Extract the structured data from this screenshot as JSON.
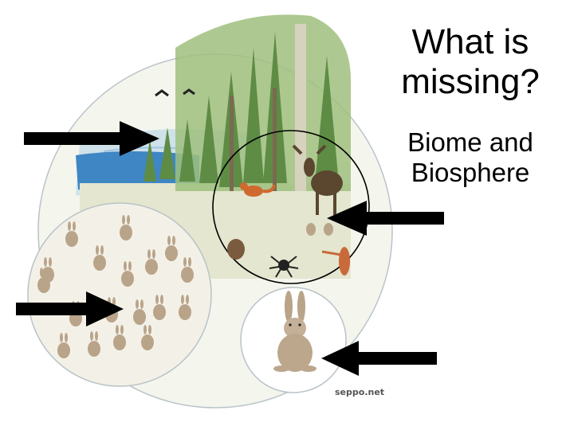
{
  "question": {
    "line1": "What is",
    "line2": "missing?"
  },
  "answer": {
    "line1": "Biome and",
    "line2": "Biosphere"
  },
  "credit": "seppo.net",
  "colors": {
    "arrow": "#000000",
    "circle_outline": "#b9c3c8",
    "ecosystem_outline": "#000000",
    "water": "#3f86c4",
    "forest": "#6e9a4f",
    "ground": "#e4e6cf",
    "hare": "#b9a48a"
  }
}
